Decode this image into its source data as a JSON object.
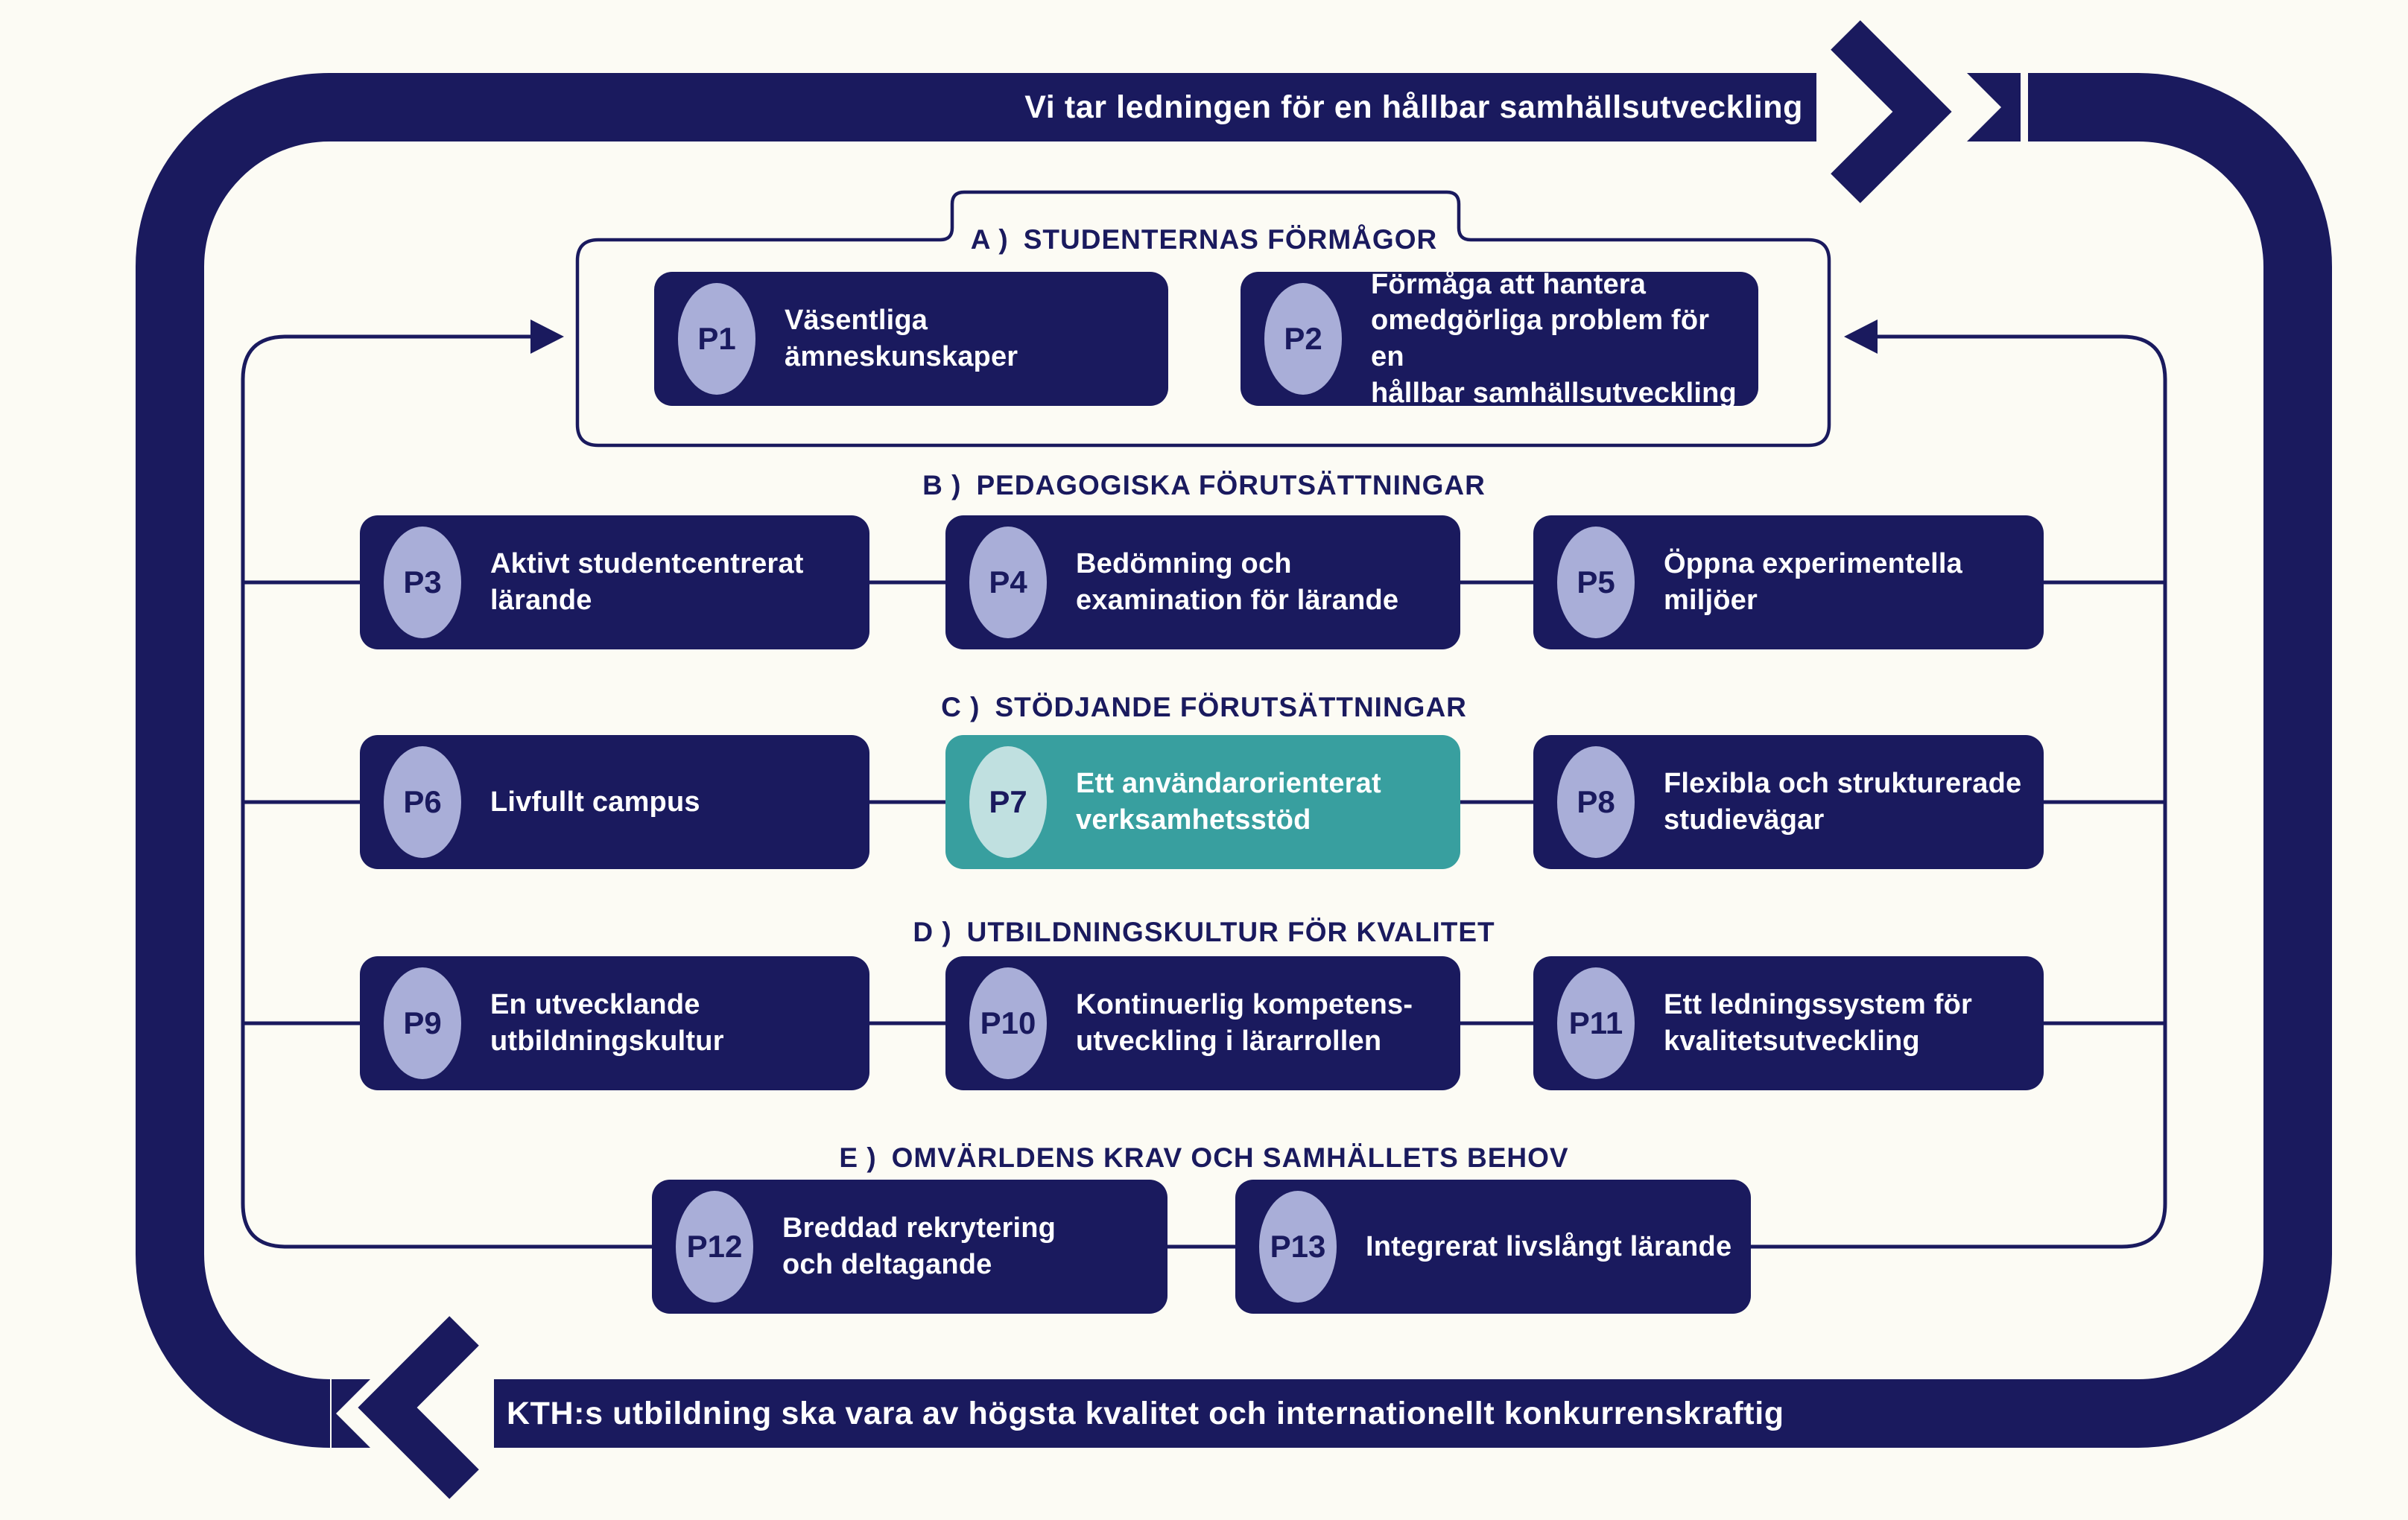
{
  "colors": {
    "navy": "#1a1a5e",
    "teal": "#389f9f",
    "badge_lavender": "#a9aed8",
    "badge_teal": "#c0e0e0",
    "background": "#fcfbf4",
    "text_light": "#ffffff"
  },
  "top_banner": {
    "text": "Vi tar ledningen för en hållbar samhällsutveckling"
  },
  "bottom_banner": {
    "text": "KTH:s utbildning ska vara av högsta kvalitet och internationellt konkurrenskraftig"
  },
  "sections": [
    {
      "prefix": "A )",
      "title": "STUDENTERNAS FÖRMÅGOR"
    },
    {
      "prefix": "B )",
      "title": "PEDAGOGISKA FÖRUTSÄTTNINGAR"
    },
    {
      "prefix": "C )",
      "title": "STÖDJANDE FÖRUTSÄTTNINGAR"
    },
    {
      "prefix": "D )",
      "title": "UTBILDNINGSKULTUR FÖR KVALITET"
    },
    {
      "prefix": "E )",
      "title": "OMVÄRLDENS KRAV OCH SAMHÄLLETS BEHOV"
    }
  ],
  "boxes": [
    {
      "id": "P1",
      "label": "Väsentliga\nämneskunskaper"
    },
    {
      "id": "P2",
      "label": "Förmåga att hantera\nomedgörliga problem för en\nhållbar samhällsutveckling"
    },
    {
      "id": "P3",
      "label": "Aktivt studentcentrerat\nlärande"
    },
    {
      "id": "P4",
      "label": "Bedömning och\nexamination för lärande"
    },
    {
      "id": "P5",
      "label": "Öppna experimentella\nmiljöer"
    },
    {
      "id": "P6",
      "label": "Livfullt campus"
    },
    {
      "id": "P7",
      "label": "Ett användarorienterat\nverksamhetsstöd",
      "highlighted": true
    },
    {
      "id": "P8",
      "label": "Flexibla och strukturerade\nstudievägar"
    },
    {
      "id": "P9",
      "label": "En utvecklande\nutbildningskultur"
    },
    {
      "id": "P10",
      "label": "Kontinuerlig kompetens-\nutveckling i lärarrollen"
    },
    {
      "id": "P11",
      "label": "Ett ledningssystem för\nkvalitetsutveckling"
    },
    {
      "id": "P12",
      "label": "Breddad rekrytering\noch deltagande"
    },
    {
      "id": "P13",
      "label": "Integrerat livslångt lärande"
    }
  ]
}
